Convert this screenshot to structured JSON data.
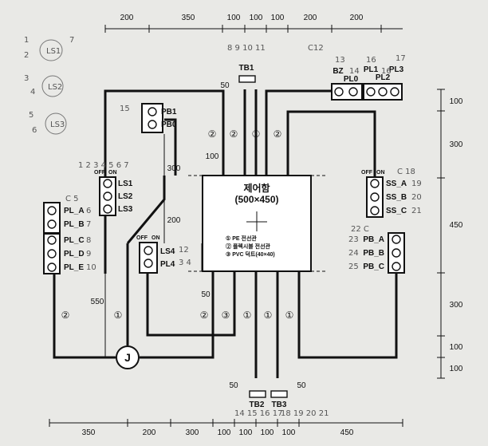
{
  "top_dims": [
    "200",
    "350",
    "100",
    "100",
    "100",
    "200",
    "200"
  ],
  "bottom_dims": [
    "350",
    "200",
    "300",
    "100",
    "100",
    "100",
    "100",
    "450"
  ],
  "right_dims": [
    "100",
    "300",
    "450",
    "300",
    "100",
    "100"
  ],
  "inner_dims": {
    "tb1_offset": "50",
    "lv_offset": "100",
    "pb_ls_vert": "300",
    "ls_pl_vert": "200",
    "j_height": "550",
    "box_bottom_offset": "50",
    "tb2_offset": "50",
    "tb3_offset": "50"
  },
  "control_box": {
    "title": "제어함",
    "size": "(500×450)",
    "legend": [
      "① PE 전선관",
      "② 플렉시블 전선관",
      "③ PVC 덕트(40×40)"
    ]
  },
  "labels": {
    "tb1": "TB1",
    "tb2": "TB2",
    "tb3": "TB3",
    "bz": "BZ",
    "pl0": "PL0",
    "pl1": "PL1",
    "pl2": "PL2",
    "pl3": "PL3",
    "pb1": "PB1",
    "pb0": "PB0",
    "ls1": "LS1",
    "ls2": "LS2",
    "ls3": "LS3",
    "ls4": "LS4",
    "pl4": "PL4",
    "pl_a": "PL_A",
    "pl_b": "PL_B",
    "pl_c": "PL_C",
    "pl_d": "PL_D",
    "pl_e": "PL_E",
    "ss_a": "SS_A",
    "ss_b": "SS_B",
    "ss_c": "SS_C",
    "pb_a": "PB_A",
    "pb_b": "PB_B",
    "pb_c": "PB_C",
    "off1": "OFF",
    "on1": "ON",
    "off2": "OFF",
    "on2": "ON",
    "off3": "OFF",
    "on3": "ON",
    "j": "J"
  },
  "conduit_marks": {
    "top1": "②",
    "top2": "②",
    "top3": "①",
    "top4": "②",
    "bot1": "②",
    "bot2": "③",
    "bot3": "①",
    "bot4": "①",
    "bot5": "①",
    "left1": "②",
    "left2": "①"
  },
  "handwritten": {
    "ls_groups": [
      "LS1",
      "LS2",
      "LS3"
    ],
    "ls_nums": [
      "1",
      "2",
      "7",
      "3",
      "4",
      "5",
      "6"
    ],
    "tb1_note": "8 9 10 11",
    "c12": "C12",
    "n13": "13",
    "n14": "14",
    "n16a": "16",
    "n16b": "16",
    "n17": "17",
    "n15": "15",
    "ls_seq": "1 2 3 4 5 6 7",
    "c5": "C 5",
    "n6": "6",
    "n7": "7",
    "n8": "8",
    "n9": "9",
    "n10": "10",
    "n12": "12",
    "n34": "3 4",
    "c18": "C 18",
    "n19": "19",
    "n20": "20",
    "n21": "21",
    "c22": "22 C",
    "n23": "23",
    "n24": "24",
    "n25": "25",
    "tb2_note": "14 15 16 17",
    "tb3_note": "18 19 20 21"
  }
}
